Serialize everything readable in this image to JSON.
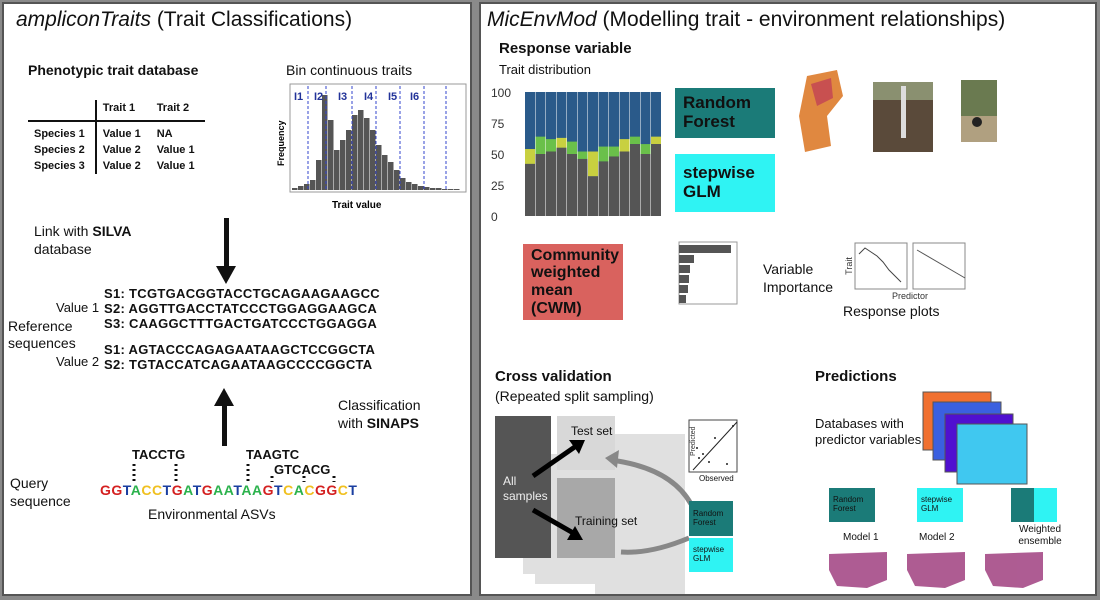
{
  "left": {
    "title_italic": "ampliconTraits",
    "title_rest": " (Trait Classifications)",
    "db_title": "Phenotypic trait database",
    "table": {
      "headers": [
        "",
        "Trait 1",
        "Trait 2"
      ],
      "rows": [
        [
          "Species 1",
          "Value 1",
          "NA"
        ],
        [
          "Species 2",
          "Value 2",
          "Value 1"
        ],
        [
          "Species 3",
          "Value 2",
          "Value 1"
        ]
      ]
    },
    "hist": {
      "title": "Bin continuous traits",
      "bins": [
        "I1",
        "I2",
        "I3",
        "I4",
        "I5",
        "I6"
      ],
      "xlabel": "Trait value",
      "ylabel": "Frequency"
    },
    "link_text": "Link with ",
    "link_bold": "SILVA",
    "link_text2": "database",
    "ref_label": "Reference sequences",
    "value1": "Value 1",
    "value2": "Value 2",
    "seqs_v1": [
      "S1: TCGTGACGGTACCTGCAGAAGAAGCC",
      "S2: AGGTTGACCTATCCCTGGAGGAAGCA",
      "S3: CAAGGCTTTGACTGATCCCTGGAGGA"
    ],
    "seqs_v2": [
      "S1: AGTACCCAGAGAATAAGCTCCGGCTA",
      "S2: TGTACCATCAGAATAAGCCCCGGCTA"
    ],
    "class_text": "Classification",
    "class_with": "with ",
    "class_bold": "SINAPS",
    "query_label": "Query sequence",
    "kmers": [
      "TACCTG",
      "TAAGTC",
      "GTCACG"
    ],
    "query_seq": "GGTACCTGATGAATAAGTCACGGCT",
    "asv_label": "Environmental ASVs"
  },
  "right": {
    "title_italic": "MicEnvMod",
    "title_rest": " (Modelling trait - environment relationships)",
    "response_title": "Response variable",
    "trait_dist": {
      "title": "Trait distribution",
      "yticks": [
        "100",
        "75",
        "50",
        "25",
        "0"
      ],
      "grey": [
        42,
        50,
        52,
        55,
        50,
        46,
        32,
        44,
        48,
        52,
        58,
        50,
        58
      ],
      "green": [
        12,
        14,
        10,
        8,
        10,
        6,
        20,
        12,
        8,
        10,
        6,
        8,
        6
      ]
    },
    "rf_label": "Random Forest",
    "glm_label": "stepwise GLM",
    "cwm_label": "Community weighted mean (CWM)",
    "var_imp_label": "Variable Importance",
    "resp_plots_label": "Response plots",
    "resp_x": "Predictor",
    "resp_y": "Trait",
    "cv_title": "Cross validation",
    "cv_sub": "(Repeated split sampling)",
    "test_set": "Test set",
    "training_set": "Training set",
    "all_samples": "All samples",
    "scatter_x": "Observed",
    "scatter_y": "Predicted",
    "rf_small": "Random Forest",
    "glm_small": "stepwise GLM",
    "pred_title": "Predictions",
    "db_pred": "Databases with predictor variables",
    "model1": "Model 1",
    "model2": "Model 2",
    "ensemble": "Weighted ensemble"
  },
  "colors": {
    "rf": "#1b7b78",
    "glm": "#2ff3f3",
    "cwm": "#d9625e",
    "nucA": "#2bb24c",
    "nucC": "#f0c020",
    "nucG": "#d42020",
    "nucT": "#1a3ea0"
  }
}
